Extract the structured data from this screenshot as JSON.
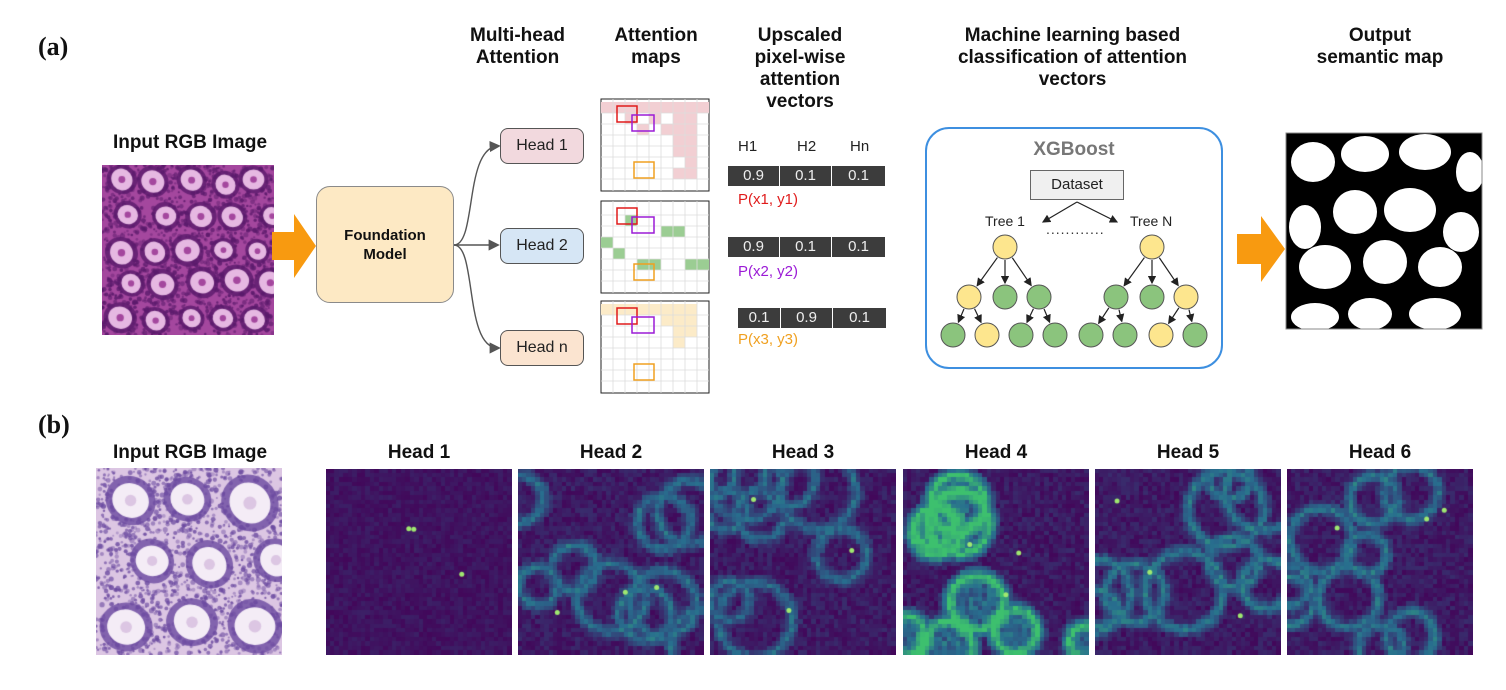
{
  "panels": {
    "a": "(a)",
    "b": "(b)"
  },
  "titles": {
    "input_a": "Input RGB Image",
    "mha": [
      "Multi-head",
      "Attention"
    ],
    "maps": [
      "Attention",
      "maps"
    ],
    "vectors": [
      "Upscaled",
      "pixel-wise",
      "attention",
      "vectors"
    ],
    "ml": [
      "Machine learning based",
      "classification of attention",
      "vectors"
    ],
    "output": [
      "Output",
      "semantic map"
    ]
  },
  "foundation": [
    "Foundation",
    "Model"
  ],
  "heads": [
    "Head 1",
    "Head 2",
    "Head n"
  ],
  "vector_headers": [
    "H1",
    "H2",
    "Hn"
  ],
  "vectors": [
    {
      "values": [
        "0.9",
        "0.1",
        "0.1"
      ],
      "label": "P(x1, y1)",
      "color": "#e01b1b"
    },
    {
      "values": [
        "0.9",
        "0.1",
        "0.1"
      ],
      "label": "P(x2, y2)",
      "color": "#9b1bd6"
    },
    {
      "values": [
        "0.1",
        "0.9",
        "0.1"
      ],
      "label": "P(x3, y3)",
      "color": "#f0a020"
    }
  ],
  "xgboost": {
    "title": "XGBoost",
    "dataset": "Dataset",
    "tree1": "Tree 1",
    "treeN": "Tree N",
    "dots": "............"
  },
  "panel_b": {
    "input": "Input RGB Image",
    "heads": [
      "Head 1",
      "Head 2",
      "Head 3",
      "Head 4",
      "Head 5",
      "Head 6"
    ]
  },
  "colors": {
    "arrow": "#f89a10",
    "foundation_fill": "#fde9c4",
    "head1_fill": "#f2d9de",
    "head2_fill": "#d6e6f5",
    "headn_fill": "#fbe4d0",
    "xgb_border": "#3d8fe0",
    "node_yellow": "#fde68e",
    "node_green": "#8bc47d",
    "heat_low": "#42075a",
    "heat_high": "#3dc06e"
  }
}
